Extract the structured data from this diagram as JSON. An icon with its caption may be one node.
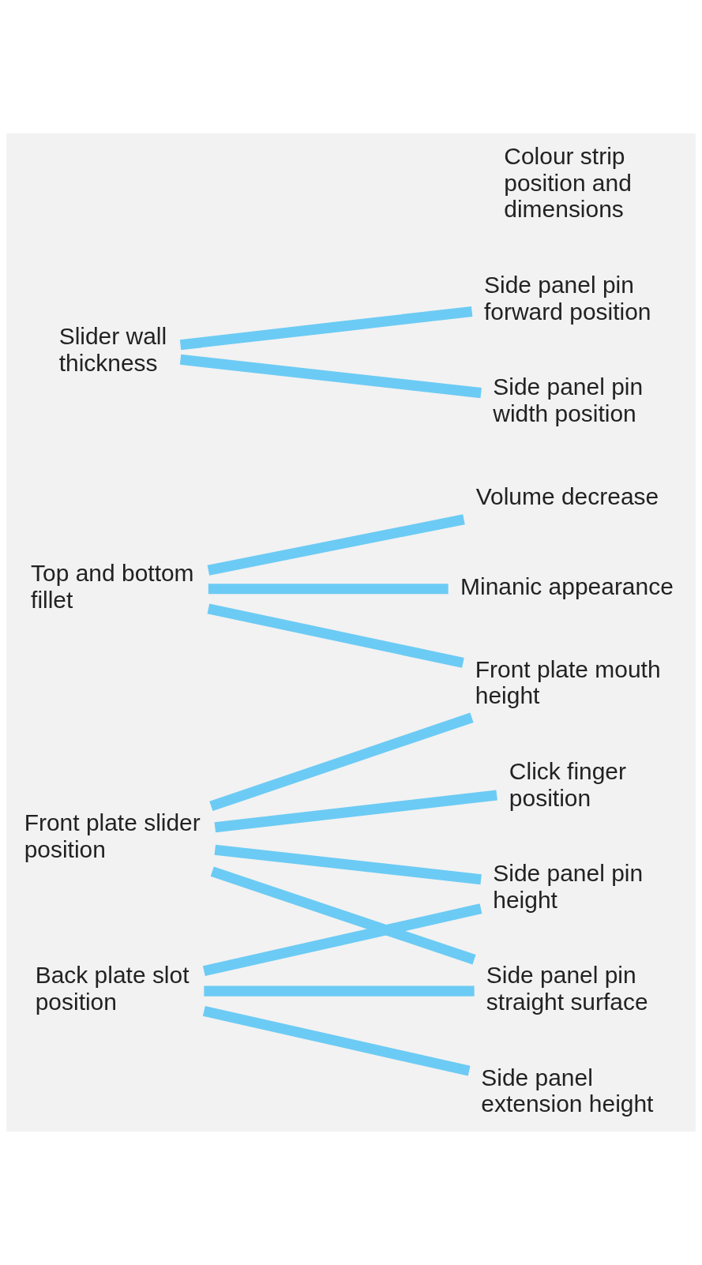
{
  "diagram": {
    "nodes": [
      {
        "text": [
          "Top and bottom fillet"
        ]
      },
      {
        "text": [
          "Front plate slider position"
        ]
      },
      {
        "text": [
          "Back plate slot position"
        ]
      },
      {
        "text": [
          "Slider wall thickness"
        ]
      },
      {
        "text": [
          "Minanic appearance"
        ]
      },
      {
        "text": [
          "Volume decrease"
        ]
      },
      {
        "text": [
          "Front plate mouth height"
        ]
      },
      {
        "text": [
          "Click finger position"
        ]
      },
      {
        "text": [
          "Side panel pin straight surface"
        ]
      },
      {
        "text": [
          "Side panel pin height"
        ]
      },
      {
        "text": [
          "Side panel extension height"
        ]
      },
      {
        "text": [
          "Side panel pin forward position"
        ]
      },
      {
        "text": [
          "Side panel pin width position"
        ]
      },
      {
        "text": [
          "Colour strip position and dimensions"
        ]
      }
    ],
    "edges": [
      {
        "from": 0,
        "to": 4,
        "arrow": "none"
      },
      {
        "from": 0,
        "to": 5,
        "arrow": "none"
      },
      {
        "from": 0,
        "to": 6,
        "arrow": "none"
      },
      {
        "from": 1,
        "to": 6,
        "arrow": "none"
      },
      {
        "from": 1,
        "to": 7,
        "arrow": "none"
      },
      {
        "from": 1,
        "to": 8,
        "arrow": "none"
      },
      {
        "from": 1,
        "to": 9,
        "arrow": "none"
      },
      {
        "from": 2,
        "to": 8,
        "arrow": "none"
      },
      {
        "from": 2,
        "to": 9,
        "arrow": "none"
      },
      {
        "from": 2,
        "to": 10,
        "arrow": "none"
      },
      {
        "from": 3,
        "to": 11,
        "arrow": "none"
      },
      {
        "from": 3,
        "to": 12,
        "arrow": "none"
      }
    ]
  }
}
